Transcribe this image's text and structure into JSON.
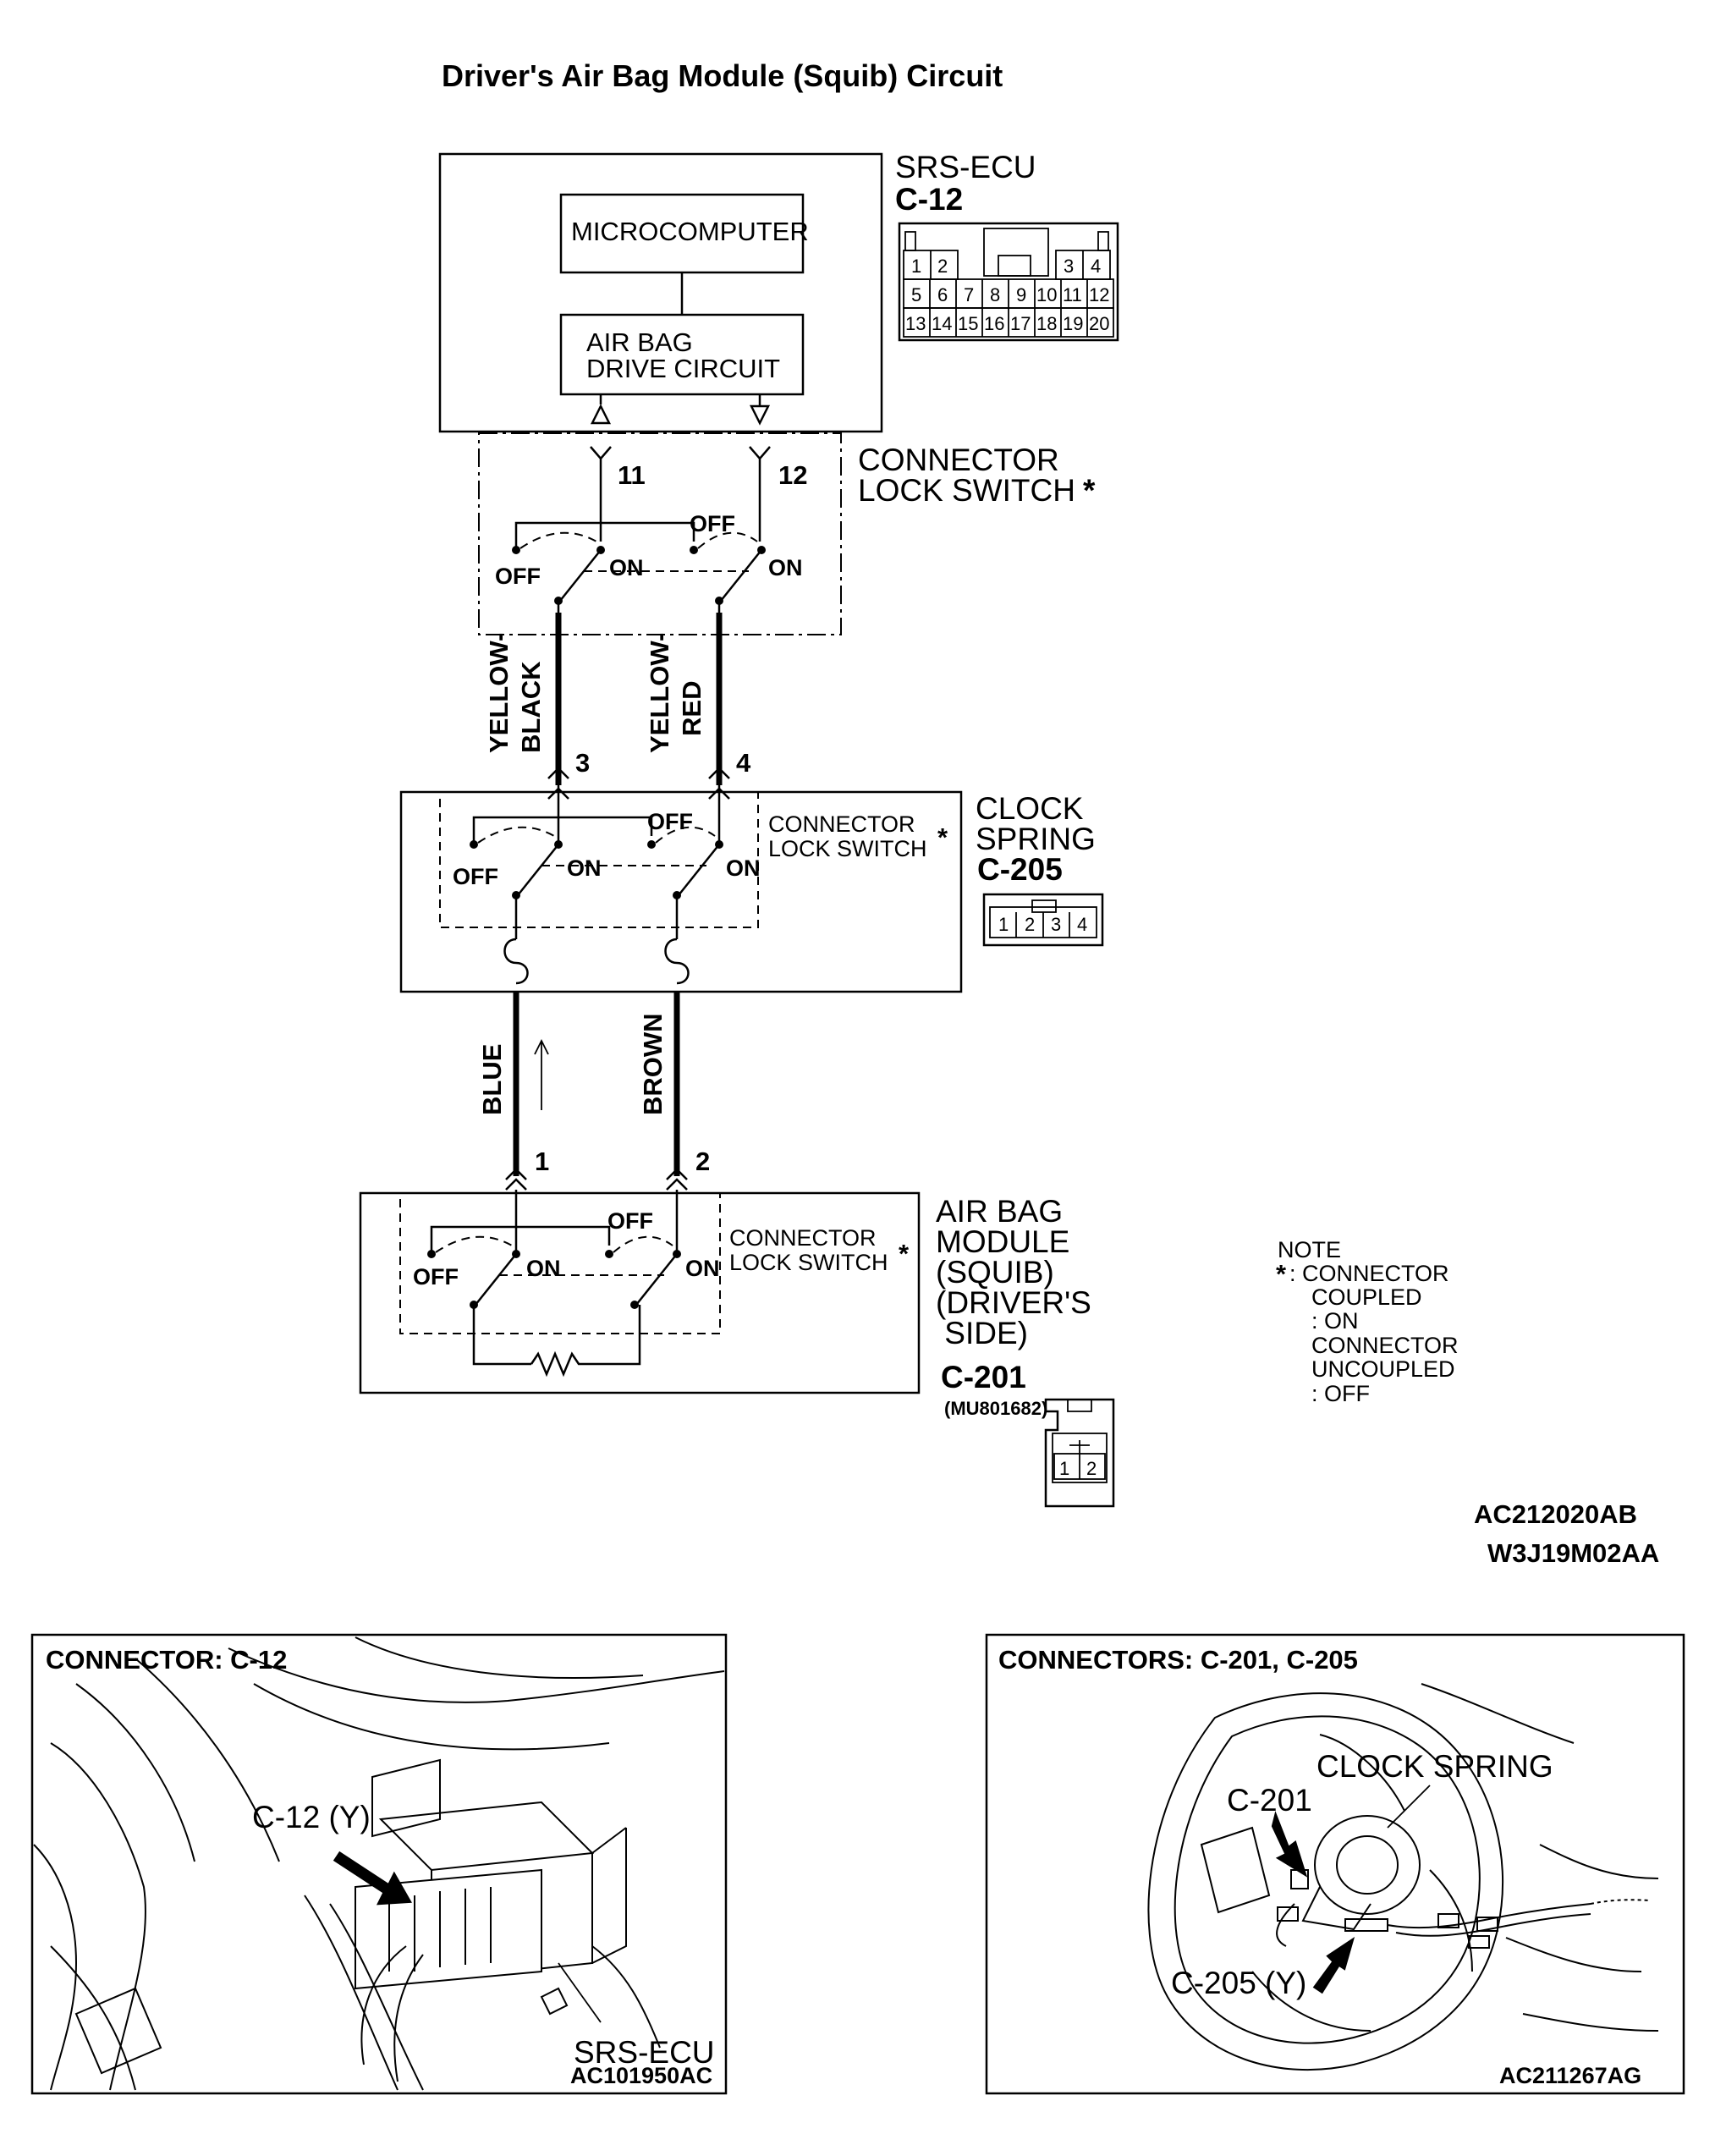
{
  "title": "Driver's Air Bag Module (Squib) Circuit",
  "ecu": {
    "name": "SRS-ECU",
    "connector": "C-12",
    "microcomputer": "MICROCOMPUTER",
    "drive_circuit": [
      "AIR BAG",
      "DRIVE CIRCUIT"
    ],
    "pins": [
      "11",
      "12"
    ],
    "connector_pins": {
      "row1": [
        "1",
        "2",
        "3",
        "4"
      ],
      "row2": [
        "5",
        "6",
        "7",
        "8",
        "9",
        "10",
        "11",
        "12"
      ],
      "row3": [
        "13",
        "14",
        "15",
        "16",
        "17",
        "18",
        "19",
        "20"
      ]
    }
  },
  "lock_switch_label": [
    "CONNECTOR",
    "LOCK SWITCH"
  ],
  "switch_labels": {
    "off": "OFF",
    "on": "ON"
  },
  "asterisk": "*",
  "wires": {
    "upper_left": [
      "YELLOW-",
      "BLACK"
    ],
    "upper_right": [
      "YELLOW-",
      "RED"
    ],
    "lower_left": "BLUE",
    "lower_right": "BROWN"
  },
  "clock_spring": {
    "name": [
      "CLOCK",
      "SPRING"
    ],
    "connector": "C-205",
    "pins": [
      "3",
      "4"
    ],
    "connector_pins": [
      "1",
      "2",
      "3",
      "4"
    ]
  },
  "airbag_module": {
    "name": [
      "AIR BAG",
      "MODULE",
      "(SQUIB)",
      "(DRIVER'S",
      " SIDE)"
    ],
    "connector": "C-201",
    "part_number": "(MU801682)",
    "pins": [
      "1",
      "2"
    ],
    "connector_pins": [
      "1",
      "2"
    ]
  },
  "note": {
    "heading": "NOTE",
    "lines": [
      ": CONNECTOR",
      "COUPLED",
      ": ON",
      "CONNECTOR",
      "UNCOUPLED",
      ": OFF"
    ]
  },
  "codes": [
    "AC212020AB",
    "W3J19M02AA"
  ],
  "panel_left": {
    "heading": "CONNECTOR: C-12",
    "callout_connector": "C-12 (Y)",
    "callout_unit": "SRS-ECU",
    "code": "AC101950AC"
  },
  "panel_right": {
    "heading": "CONNECTORS: C-201, C-205",
    "callout_spring": "CLOCK SPRING",
    "callout_c201": "C-201",
    "callout_c205": "C-205 (Y)",
    "code": "AC211267AG"
  }
}
